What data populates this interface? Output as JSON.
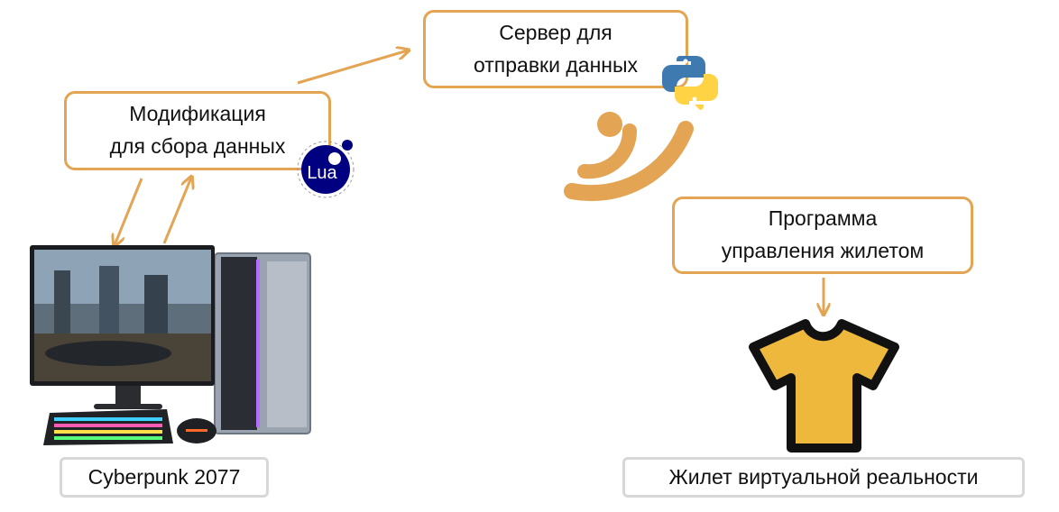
{
  "nodes": {
    "mod": {
      "line1": "Модификация",
      "line2": "для сбора данных"
    },
    "server": {
      "line1": "Сервер для",
      "line2": "отправки данных"
    },
    "vest_program": {
      "line1": "Программа",
      "line2": "управления жилетом"
    },
    "game": {
      "label": "Cyberpunk 2077"
    },
    "vest": {
      "label": "Жилет виртуальной реальности"
    }
  },
  "badges": {
    "lua": {
      "text": "Lua",
      "icon": "lua-logo-icon"
    },
    "python": {
      "icon": "python-logo-icon"
    }
  },
  "icons": [
    "computer-setup-icon",
    "wireless-signal-icon",
    "tshirt-icon"
  ],
  "colors": {
    "accent": "#E3A453",
    "lua_blue": "#000080",
    "python_blue": "#3E7AB0",
    "python_yellow": "#FFD343",
    "shirt_fill": "#EDB83B",
    "label_border": "#D8D8D8"
  }
}
